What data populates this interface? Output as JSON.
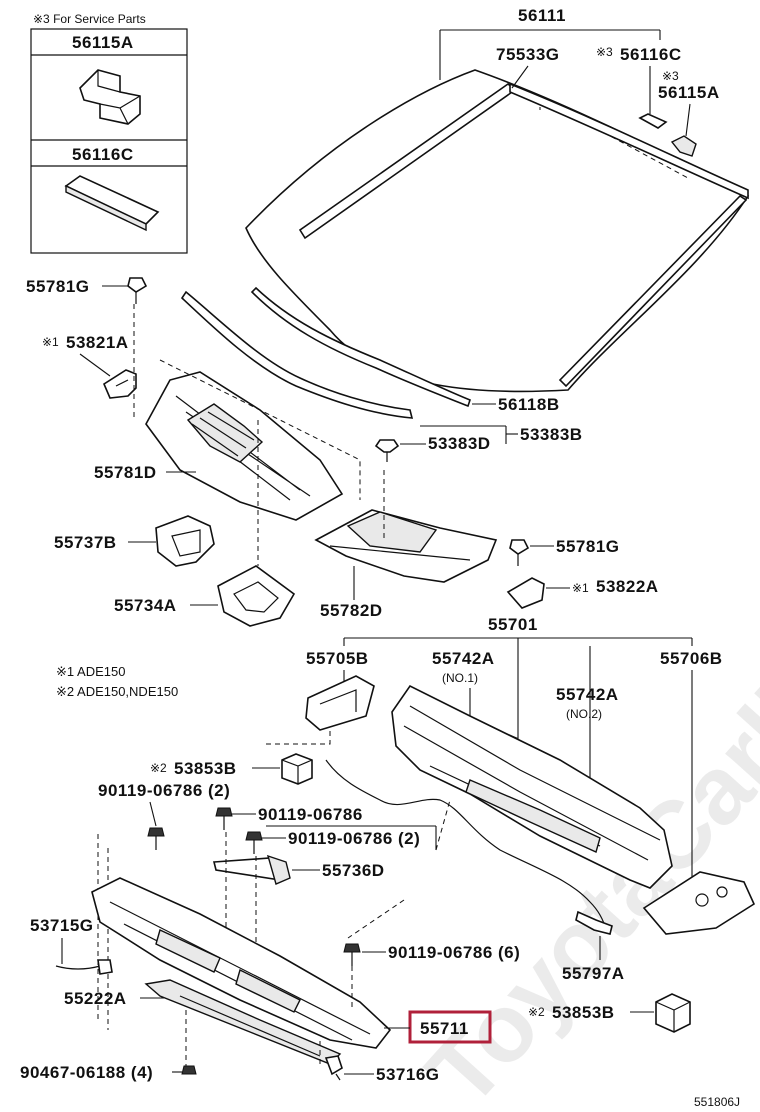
{
  "service_box": {
    "title": "※3 For Service Parts",
    "item1": "56115A",
    "item2": "56116C"
  },
  "labels": {
    "p56111": "56111",
    "p75533G": "75533G",
    "p56116C_mark": "※3",
    "p56116C": "56116C",
    "p56115A_mark": "※3",
    "p56115A": "56115A",
    "p55781G_top": "55781G",
    "p53821A_mark": "※1",
    "p53821A": "53821A",
    "p56118B": "56118B",
    "p53383D": "53383D",
    "p53383B": "53383B",
    "p55781D": "55781D",
    "p55737B": "55737B",
    "p55781G_right": "55781G",
    "p55734A": "55734A",
    "p55782D": "55782D",
    "p53822A_mark": "※1",
    "p53822A": "53822A",
    "p55701": "55701",
    "p55705B": "55705B",
    "p55742A_1": "55742A",
    "p55742A_1_sub": "(NO.1)",
    "p55742A_2": "55742A",
    "p55742A_2_sub": "(NO.2)",
    "p55706B": "55706B",
    "p53853B_top_mark": "※2",
    "p53853B_top": "53853B",
    "p90119_a": "90119-06786 (2)",
    "p90119_b": "90119-06786",
    "p90119_c": "90119-06786 (2)",
    "p55736D": "55736D",
    "p53715G": "53715G",
    "p90119_d": "90119-06786 (6)",
    "p55797A": "55797A",
    "p55222A": "55222A",
    "p53853B_bot_mark": "※2",
    "p53853B_bot": "53853B",
    "p55711": "55711",
    "p90467": "90467-06188 (4)",
    "p53716G": "53716G"
  },
  "notes": {
    "note1": "※1  ADE150",
    "note2": "※2  ADE150,NDE150"
  },
  "figure_id": "551806J",
  "watermark": "ToyotaCarline.ru",
  "colors": {
    "highlight": "#b0203a"
  }
}
